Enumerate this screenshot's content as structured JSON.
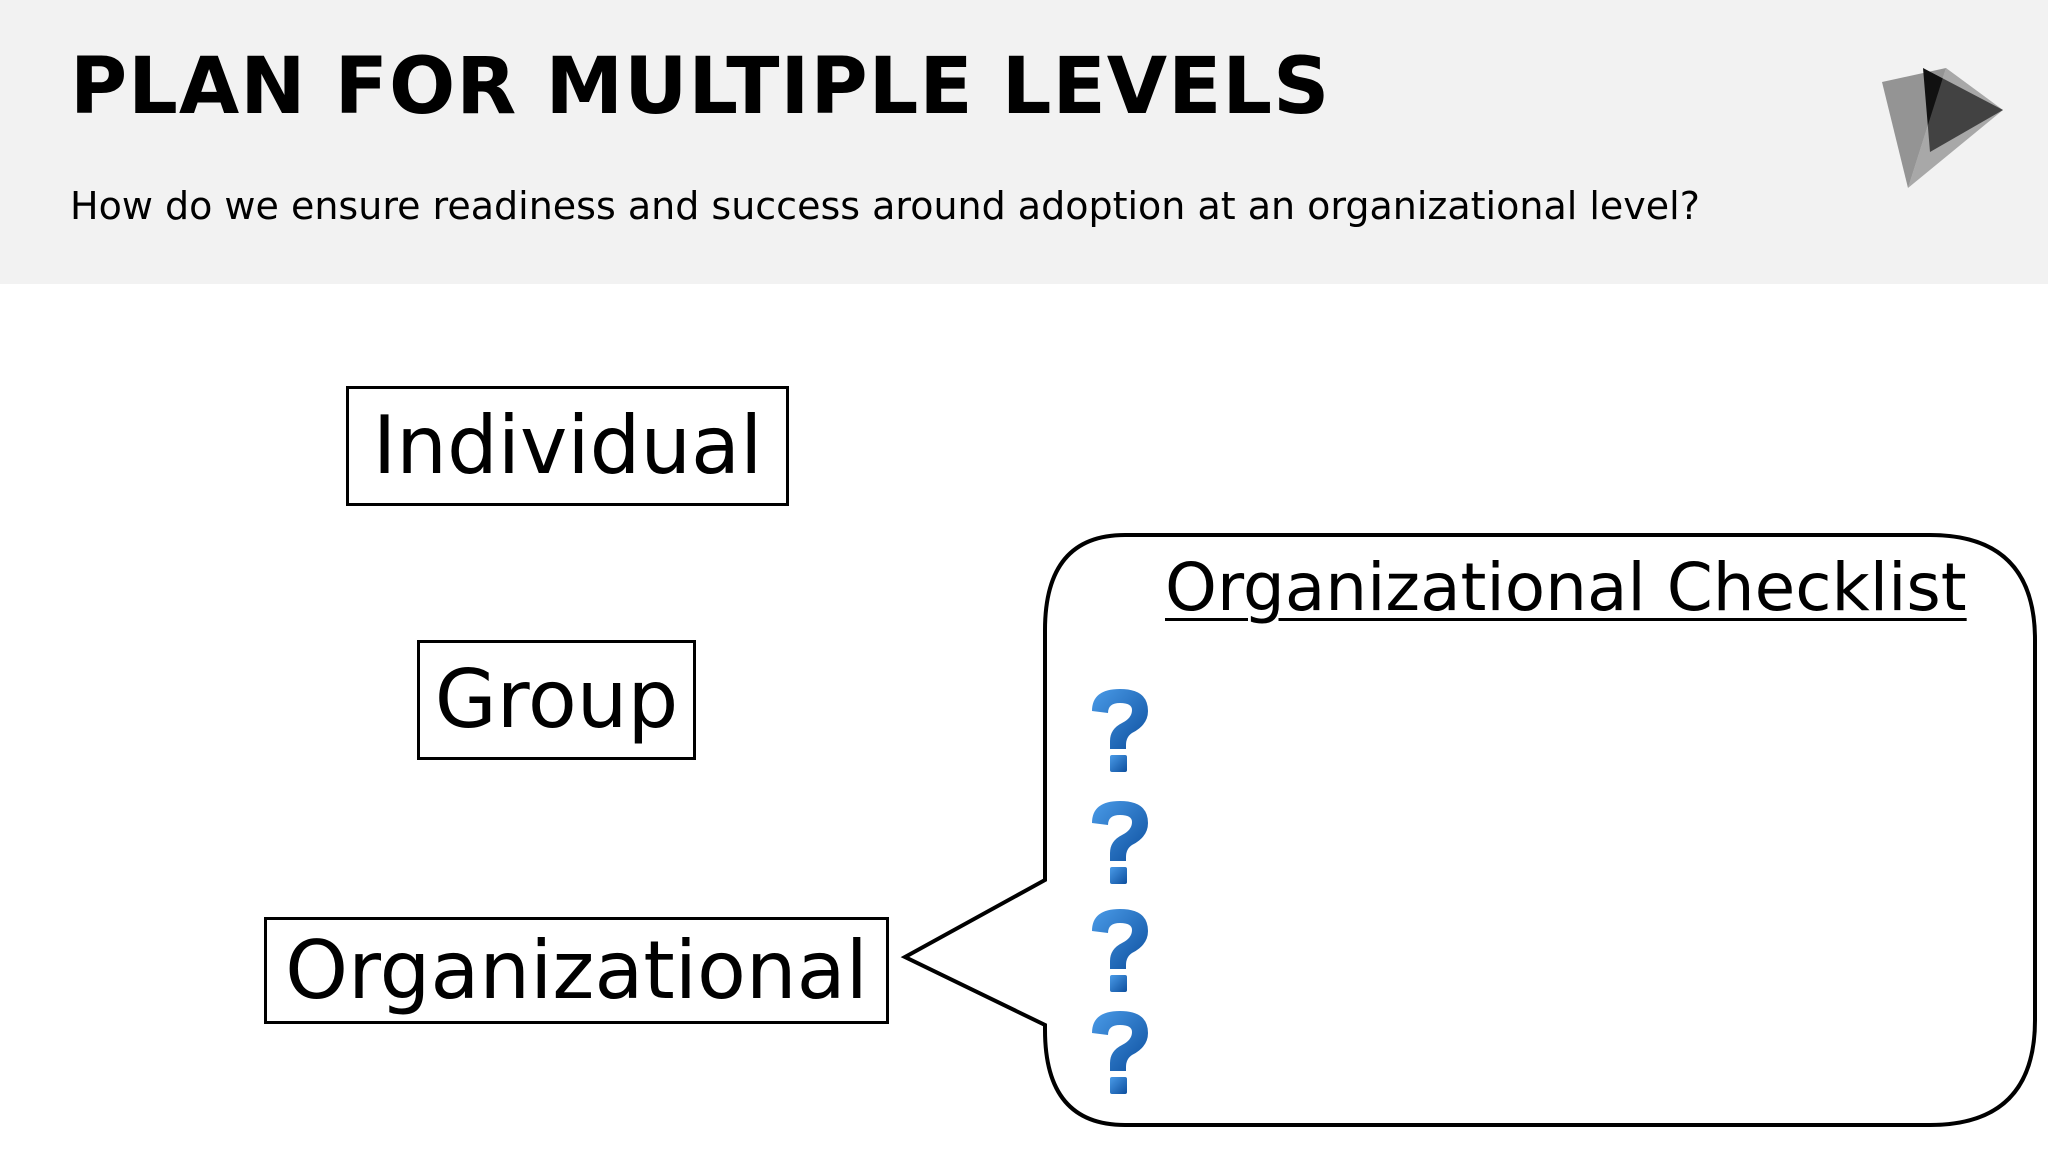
{
  "header": {
    "title": "PLAN FOR MULTIPLE LEVELS",
    "subtitle": "How do we ensure readiness and success around adoption at an organizational level?"
  },
  "logo": {
    "icon": "play-triangle-icon"
  },
  "levels": [
    {
      "label": "Individual"
    },
    {
      "label": "Group"
    },
    {
      "label": "Organizational"
    }
  ],
  "callout": {
    "title": "Organizational Checklist",
    "items": [
      {
        "icon": "question-mark-icon"
      },
      {
        "icon": "question-mark-icon"
      },
      {
        "icon": "question-mark-icon"
      },
      {
        "icon": "question-mark-icon"
      }
    ]
  },
  "colors": {
    "header_background": "#f2f2f2",
    "question_mark_blue": "#1f6dc2"
  }
}
